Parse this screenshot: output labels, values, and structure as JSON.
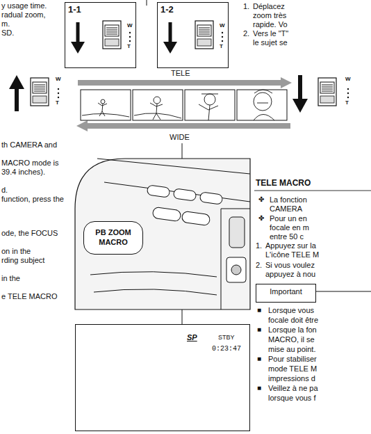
{
  "diagram": {
    "nodes": [
      {
        "text": [
          "1-1"
        ]
      },
      {
        "text": [
          "1-2"
        ]
      },
      {
        "text": [
          "PB ZOOM MACRO"
        ]
      },
      {
        "text": [
          "SP",
          "STBY",
          "0:23:47"
        ]
      },
      {
        "text": [
          "Important"
        ]
      }
    ],
    "labels": [
      "y usage time.",
      "radual zoom,",
      "m.",
      "SD.",
      "1.",
      "Déplacez",
      "zoom très",
      "rapide. Vo",
      "2.",
      "Vers le \"T\"",
      "le sujet se",
      "W",
      "T",
      "W",
      "T",
      "TELE",
      "W",
      "T",
      "W",
      "T",
      "WIDE",
      "th CAMERA and",
      "MACRO mode is",
      "39.4 inches).",
      "d.",
      "function, press the",
      "ode, the FOCUS",
      "on in the",
      "rding subject",
      "in the",
      "e TELE MACRO",
      "TELE MACRO",
      "✤",
      "La fonction",
      "CAMERA",
      "✤",
      "Pour un en",
      "focale en m",
      "entre 50 c",
      "1.",
      "Appuyez sur la",
      "L'icône TELE M",
      "2.",
      "Si vous voulez",
      "appuyez à nou",
      "■",
      "Lorsque vous",
      "focale doit être",
      "■",
      "Lorsque la fon",
      "MACRO, il se",
      "mise au point.",
      "■",
      "Pour stabiliser",
      "mode TELE M",
      "impressions d",
      "■",
      "Veillez à ne pa",
      "lorsque vous f"
    ]
  }
}
